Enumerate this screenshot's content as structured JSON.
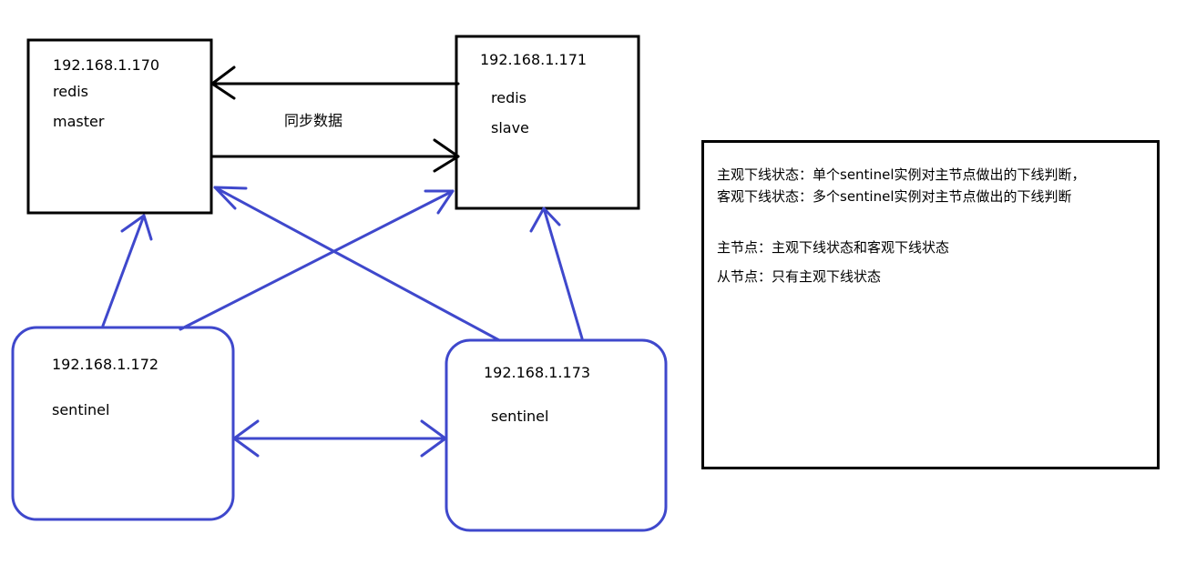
{
  "nodes": {
    "master": {
      "ip": "192.168.1.170",
      "line2": "redis",
      "line3": "master"
    },
    "slave": {
      "ip": "192.168.1.171",
      "line2": "redis",
      "line3": "slave"
    },
    "sentinel1": {
      "ip": "192.168.1.172",
      "line2": "sentinel"
    },
    "sentinel2": {
      "ip": "192.168.1.173",
      "line2": "sentinel"
    }
  },
  "edge_label": "同步数据",
  "note": {
    "line1": "主观下线状态：单个sentinel实例对主节点做出的下线判断，",
    "line2": "客观下线状态：多个sentinel实例对主节点做出的下线判断",
    "line3": "主节点：主观下线状态和客观下线状态",
    "line4": "从节点：只有主观下线状态"
  },
  "colors": {
    "sentinel_blue": "#3f48cc",
    "black": "#000000"
  }
}
